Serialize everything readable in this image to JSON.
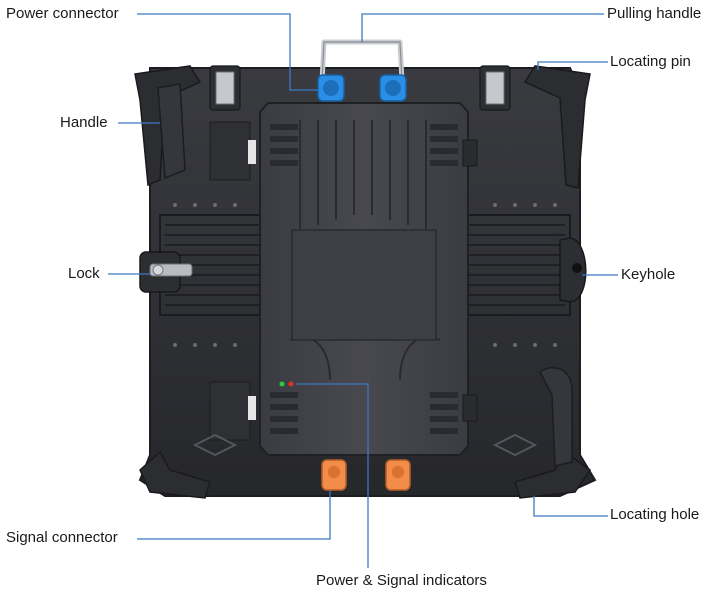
{
  "labels": {
    "power_connector": "Power connector",
    "pulling_handle": "Pulling handle",
    "locating_pin": "Locating pin",
    "handle": "Handle",
    "lock": "Lock",
    "keyhole": "Keyhole",
    "signal_connector": "Signal connector",
    "power_signal_indicators": "Power & Signal indicators",
    "locating_hole": "Locating hole"
  },
  "colors": {
    "leader_line": "#3a79c4",
    "cabinet_dark": "#2a2b2f",
    "cabinet_mid": "#3c3d42",
    "power_connector_blue": "#2b8ee6",
    "signal_connector_orange": "#f28c4a",
    "indicator_green": "#2ecc40",
    "indicator_red": "#e0302a"
  }
}
